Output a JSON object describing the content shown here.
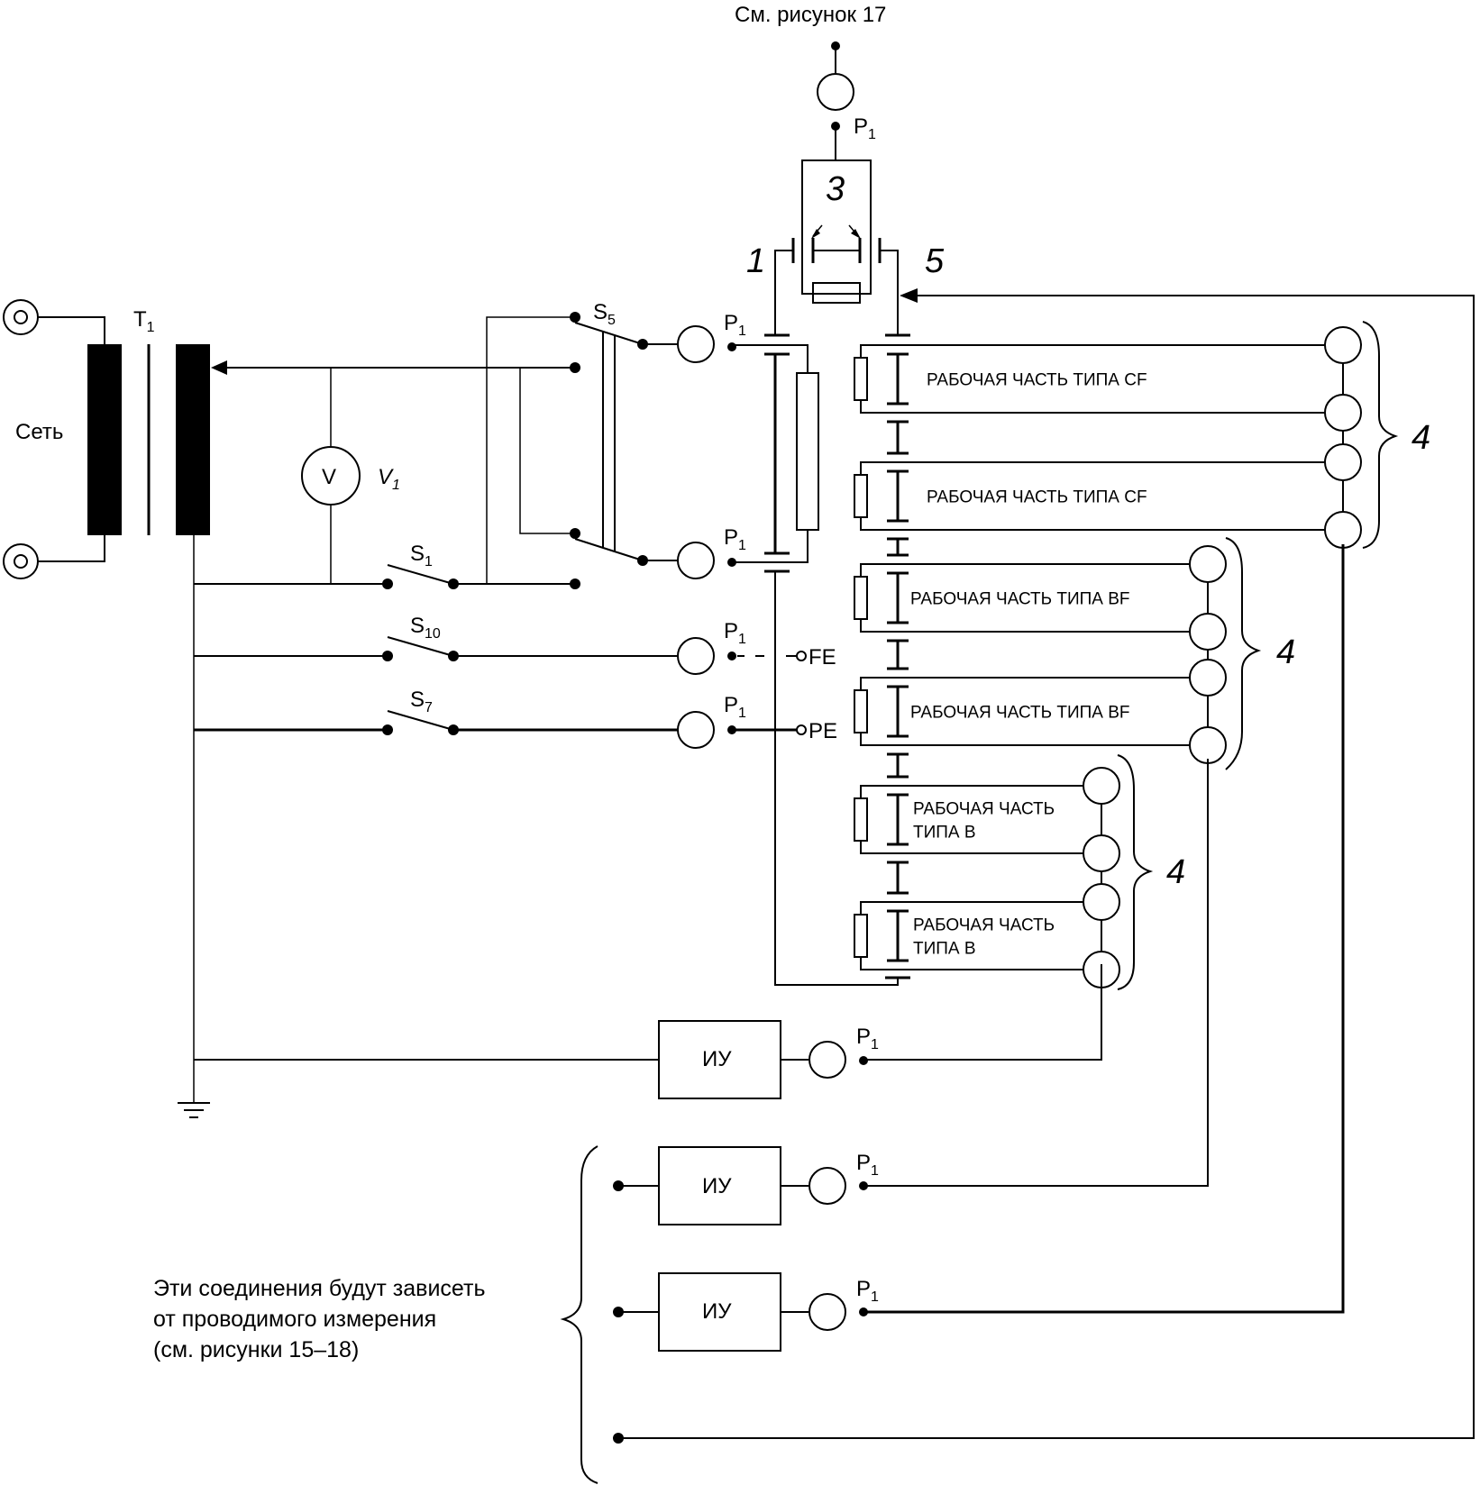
{
  "figure": {
    "top_reference": "См. рисунок 17",
    "mains_label": "Сеть",
    "transformer_label": "T",
    "transformer_sub": "1",
    "voltmeter_symbol": "V",
    "voltmeter_label": "V",
    "voltmeter_sub": "1",
    "meter_point_label": "P",
    "meter_point_sub": "1",
    "switches": [
      {
        "id": "S5",
        "label": "S",
        "sub": "5"
      },
      {
        "id": "S1",
        "label": "S",
        "sub": "1"
      },
      {
        "id": "S10",
        "label": "S",
        "sub": "10"
      },
      {
        "id": "S7",
        "label": "S",
        "sub": "7"
      }
    ],
    "terminals": {
      "fe": "FE",
      "pe": "PE"
    },
    "callouts": {
      "c1": "1",
      "c3": "3",
      "c5": "5",
      "c4": "4"
    },
    "applied_parts": [
      {
        "line1": "РАБОЧАЯ ЧАСТЬ ТИПА CF",
        "line2": ""
      },
      {
        "line1": "РАБОЧАЯ ЧАСТЬ ТИПА CF",
        "line2": ""
      },
      {
        "line1": "РАБОЧАЯ ЧАСТЬ ТИПА BF",
        "line2": ""
      },
      {
        "line1": "РАБОЧАЯ ЧАСТЬ ТИПА BF",
        "line2": ""
      },
      {
        "line1": "РАБОЧАЯ ЧАСТЬ",
        "line2": "ТИПА B"
      },
      {
        "line1": "РАБОЧАЯ ЧАСТЬ",
        "line2": "ТИПА B"
      }
    ],
    "measuring_device_label": "ИУ",
    "note_lines": [
      "Эти соединения будут зависеть",
      "от проводимого измерения",
      "(см. рисунки 15–18)"
    ]
  }
}
